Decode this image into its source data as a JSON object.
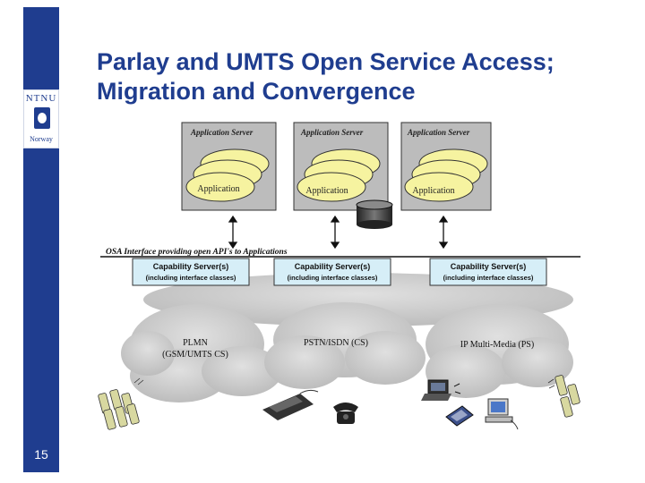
{
  "slide": {
    "title": "Parlay and UMTS Open Service Access;\nMigration and Convergence",
    "number": "15"
  },
  "branding": {
    "institution_top": "NTNU",
    "institution_bottom": "Norway",
    "color": "#1f3d8f"
  },
  "diagram": {
    "app_servers": [
      {
        "header": "Application Server",
        "app_label": "Application"
      },
      {
        "header": "Application Server",
        "app_label": "Application"
      },
      {
        "header": "Application Server",
        "app_label": "Application"
      }
    ],
    "osa_interface_label": "OSA Interface providing open API's to Applications",
    "capability_servers": [
      {
        "title": "Capability Server(s)",
        "subtitle": "(including interface classes)"
      },
      {
        "title": "Capability Server(s)",
        "subtitle": "(including interface classes)"
      },
      {
        "title": "Capability Server(s)",
        "subtitle": "(including interface classes)"
      }
    ],
    "networks": [
      {
        "line1": "PLMN",
        "line2": "(GSM/UMTS CS)"
      },
      {
        "line1": "PSTN/ISDN (CS)",
        "line2": ""
      },
      {
        "line1": "IP Multi-Media (PS)",
        "line2": ""
      }
    ]
  }
}
